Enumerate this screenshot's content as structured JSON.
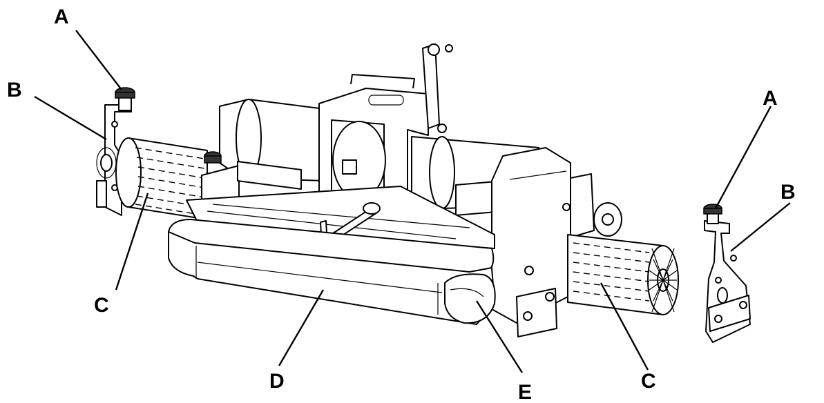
{
  "callouts": {
    "a_left": "A",
    "a_right": "A",
    "b_left": "B",
    "b_right": "B",
    "c_left": "C",
    "c_right": "C",
    "d": "D",
    "e": "E"
  }
}
